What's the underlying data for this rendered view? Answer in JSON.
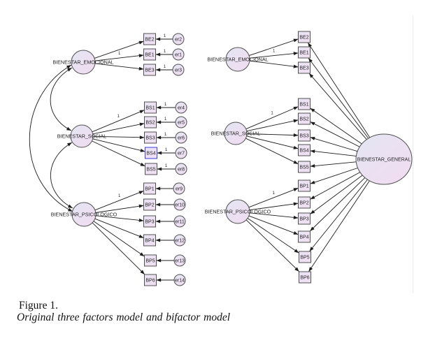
{
  "figure": {
    "label": "Figure 1.",
    "caption": "Original three factors model and bifactor model"
  },
  "colors": {
    "line": "#1c1c1c",
    "node_stroke": "#505050",
    "selected_stroke": "#3c3ce0",
    "latent_fill_start": "#e2e6f3",
    "latent_fill_end": "#f3dbf1",
    "box_fill_start": "#e8e4f4",
    "box_fill_end": "#f1def2"
  },
  "left_model": {
    "latent": [
      {
        "label": "BIENESTAR_EMOCIONAL"
      },
      {
        "label": "BIENESTAR_SOCIAL"
      },
      {
        "label": "BIENESTAR_PSICOLOGICO"
      }
    ],
    "indicators": [
      {
        "label": "BE2",
        "factor": "BIENESTAR_EMOCIONAL",
        "error": "er2",
        "error_path_label": "1"
      },
      {
        "label": "BE1",
        "factor": "BIENESTAR_EMOCIONAL",
        "loading_label": "1",
        "error": "er1",
        "error_path_label": "1"
      },
      {
        "label": "BE3",
        "factor": "BIENESTAR_EMOCIONAL",
        "error": "er3",
        "error_path_label": "1"
      },
      {
        "label": "BS1",
        "factor": "BIENESTAR_SOCIAL",
        "loading_label": "1",
        "error": "er4",
        "error_path_label": "1"
      },
      {
        "label": "BS2",
        "factor": "BIENESTAR_SOCIAL",
        "error": "er5",
        "error_path_label": "1"
      },
      {
        "label": "BS3",
        "factor": "BIENESTAR_SOCIAL",
        "error": "er6",
        "error_path_label": "1"
      },
      {
        "label": "BS4",
        "factor": "BIENESTAR_SOCIAL",
        "error": "er7",
        "error_path_label": "1",
        "selected": true
      },
      {
        "label": "BS5",
        "factor": "BIENESTAR_SOCIAL",
        "error": "er8",
        "error_path_label": "1"
      },
      {
        "label": "BP1",
        "factor": "BIENESTAR_PSICOLOGICO",
        "loading_label": "1",
        "error": "er9"
      },
      {
        "label": "BP2",
        "factor": "BIENESTAR_PSICOLOGICO",
        "error": "er10"
      },
      {
        "label": "BP3",
        "factor": "BIENESTAR_PSICOLOGICO",
        "error": "er11"
      },
      {
        "label": "BP4",
        "factor": "BIENESTAR_PSICOLOGICO",
        "error": "er12"
      },
      {
        "label": "BP5",
        "factor": "BIENESTAR_PSICOLOGICO",
        "error": "er13"
      },
      {
        "label": "BP6",
        "factor": "BIENESTAR_PSICOLOGICO",
        "error": "er14"
      }
    ],
    "covariances": [
      {
        "a": "BIENESTAR_EMOCIONAL",
        "b": "BIENESTAR_SOCIAL"
      },
      {
        "a": "BIENESTAR_SOCIAL",
        "b": "BIENESTAR_PSICOLOGICO"
      },
      {
        "a": "BIENESTAR_EMOCIONAL",
        "b": "BIENESTAR_PSICOLOGICO"
      }
    ]
  },
  "right_model": {
    "latent": [
      {
        "label": "BIENESTAR_EMOCIONAL"
      },
      {
        "label": "BIENESTAR_SOCIAL"
      },
      {
        "label": "BIENESTAR_PSICOLOGICO"
      }
    ],
    "general": {
      "label": "BIENESTAR_GENERAL"
    },
    "indicators": [
      {
        "label": "BE2",
        "factor": "BIENESTAR_EMOCIONAL"
      },
      {
        "label": "BE1",
        "factor": "BIENESTAR_EMOCIONAL",
        "loading_label": "1"
      },
      {
        "label": "BE3",
        "factor": "BIENESTAR_EMOCIONAL"
      },
      {
        "label": "BS1",
        "factor": "BIENESTAR_SOCIAL",
        "loading_label": "1"
      },
      {
        "label": "BS2",
        "factor": "BIENESTAR_SOCIAL"
      },
      {
        "label": "BS3",
        "factor": "BIENESTAR_SOCIAL"
      },
      {
        "label": "BS4",
        "factor": "BIENESTAR_SOCIAL"
      },
      {
        "label": "BS5",
        "factor": "BIENESTAR_SOCIAL"
      },
      {
        "label": "BP1",
        "factor": "BIENESTAR_PSICOLOGICO",
        "loading_label": "1"
      },
      {
        "label": "BP2",
        "factor": "BIENESTAR_PSICOLOGICO"
      },
      {
        "label": "BP3",
        "factor": "BIENESTAR_PSICOLOGICO"
      },
      {
        "label": "BP4",
        "factor": "BIENESTAR_PSICOLOGICO"
      },
      {
        "label": "BP5",
        "factor": "BIENESTAR_PSICOLOGICO"
      },
      {
        "label": "BP6",
        "factor": "BIENESTAR_PSICOLOGICO"
      }
    ]
  }
}
